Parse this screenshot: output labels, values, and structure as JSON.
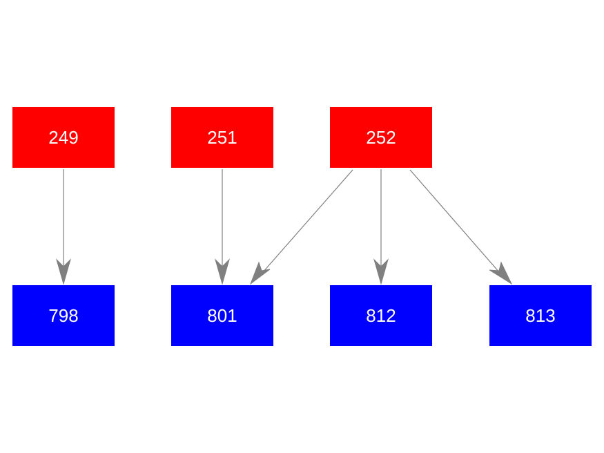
{
  "colors": {
    "source": "#ff0000",
    "target": "#0000ff",
    "edge": "#808080",
    "text": "#ffffff"
  },
  "nodes": {
    "n249": "249",
    "n251": "251",
    "n252": "252",
    "n798": "798",
    "n801": "801",
    "n812": "812",
    "n813": "813"
  },
  "edges": [
    {
      "from": "249",
      "to": "798"
    },
    {
      "from": "251",
      "to": "801"
    },
    {
      "from": "252",
      "to": "801"
    },
    {
      "from": "252",
      "to": "812"
    },
    {
      "from": "252",
      "to": "813"
    }
  ]
}
